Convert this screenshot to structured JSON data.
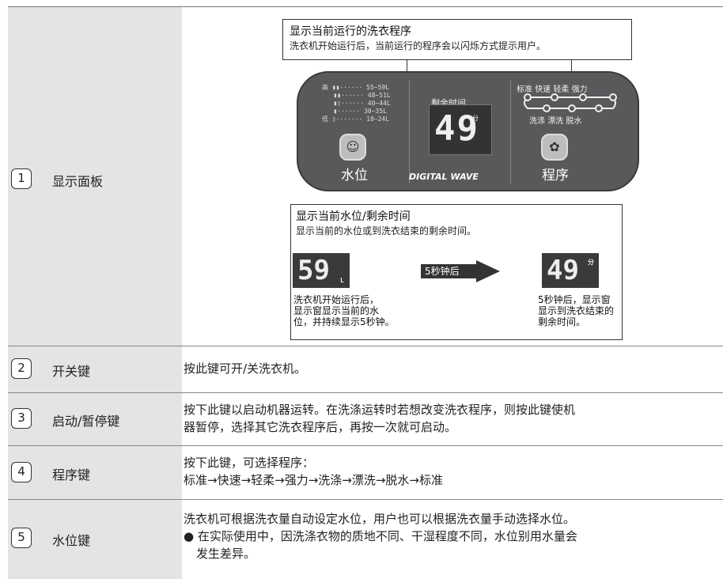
{
  "rows": [
    {
      "num": "1",
      "name": "显示面板"
    },
    {
      "num": "2",
      "name": "开关键",
      "desc": "按此键可开/关洗衣机。"
    },
    {
      "num": "3",
      "name": "启动/暂停键",
      "desc_lines": [
        "按下此键以启动机器运转。在洗涤运转时若想改变洗衣程序，则按此键使机",
        "器暂停，选择其它洗衣程序后，再按一次就可启动。"
      ]
    },
    {
      "num": "4",
      "name": "程序键",
      "desc_lines": [
        "按下此键，可选择程序：",
        "标准→快速→轻柔→强力→洗涤→漂洗→脱水→标准"
      ]
    },
    {
      "num": "5",
      "name": "水位键",
      "desc_lines": [
        "洗衣机可根据洗衣量自动设定水位，用户也可以根据洗衣量手动选择水位。",
        "● 在实际使用中，因洗涤衣物的质地不同、干湿程度不同，水位别用水量会",
        "发生差异。"
      ]
    }
  ],
  "callout_top": {
    "title": "显示当前运行的洗衣程序",
    "text": "洗衣机开始运行后，当前运行的程序会以闪烁方式提示用户。"
  },
  "panel": {
    "water_levels": [
      "高 ▮▮······ 55~59L",
      "▮▮······ 48~51L",
      "▮▯······ 40~44L",
      "▮······ 30~35L",
      "低 ▯······· 18~24L"
    ],
    "water_label": "水位",
    "remain_label": "剩余时间",
    "display_value": "49",
    "min_unit": "分",
    "brand": "DIGITAL WAVE",
    "programs_top": [
      "标准",
      "快速",
      "轻柔",
      "强力"
    ],
    "programs_bottom": [
      "洗涤",
      "漂洗",
      "脱水"
    ],
    "program_label": "程序"
  },
  "callout_bottom": {
    "title": "显示当前水位/剩余时间",
    "text": "显示当前的水位或到洗衣结束的剩余时间。",
    "left_value": "59",
    "left_unit": "L",
    "arrow_text": "5秒钟后",
    "right_value": "49",
    "right_unit": "分",
    "left_desc": [
      "洗衣机开始运行后，",
      "显示窗显示当前的水",
      "位，并持续显示5秒钟。"
    ],
    "right_desc": [
      "5秒钟后，显示窗",
      "显示到洗衣结束的",
      "剩余时间。"
    ]
  },
  "colors": {
    "panel": "#58595b",
    "label_bg": "#e4e4e4"
  }
}
